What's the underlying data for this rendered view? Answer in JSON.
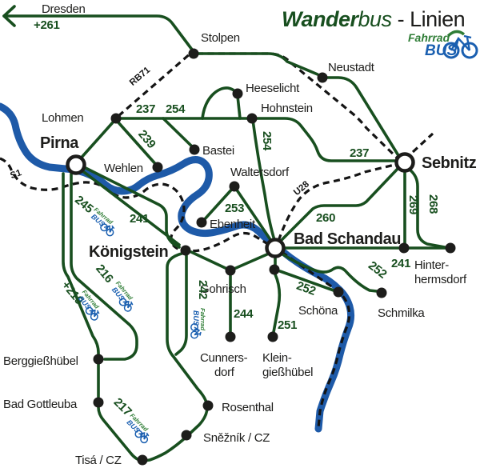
{
  "title": {
    "wander": "Wander",
    "bus": "bus",
    "suffix": "- Linien"
  },
  "logo": {
    "fahrrad": "Fahrrad",
    "bus": "BUS"
  },
  "stations": {
    "dresden": "Dresden",
    "stolpen": "Stolpen",
    "neustadt": "Neustadt",
    "lohmen": "Lohmen",
    "heeselicht": "Heeselicht",
    "hohnstein": "Hohnstein",
    "pirna": "Pirna",
    "wehlen": "Wehlen",
    "bastei": "Bastei",
    "waltersdorf": "Waltersdorf",
    "sebnitz": "Sebnitz",
    "ebenheit": "Ebenheit",
    "bad_schandau": "Bad Schandau",
    "koenigstein": "Königstein",
    "gohrisch": "Gohrisch",
    "hinterhermsdorf": {
      "line1": "Hinter-",
      "line2": "hermsdorf"
    },
    "schoena": "Schöna",
    "schmilka": "Schmilka",
    "cunnersdorf": {
      "line1": "Cunners-",
      "line2": "dorf"
    },
    "kleingiesshuebel": {
      "line1": "Klein-",
      "line2": "gießhübel"
    },
    "berggiesshuebel": "Berggießhübel",
    "bad_gottleuba": "Bad Gottleuba",
    "rosenthal": "Rosenthal",
    "sneznik": "Sněžník / CZ",
    "tisa": "Tisá / CZ"
  },
  "route_numbers": {
    "n261": "+261",
    "n237_west": "237",
    "n254_west": "254",
    "n239": "239",
    "n254_hohnstein": "254",
    "n237_sebnitz": "237",
    "n245": "245",
    "n241_pirna": "241",
    "n216": "216",
    "n219": "+219",
    "n242": "242",
    "n253": "253",
    "n260": "260",
    "n269": "269",
    "n268": "268",
    "n241_hinterhermsdorf": "241",
    "n252_schoena": "252",
    "n252_schmilka": "252",
    "n251": "251",
    "n244": "244",
    "n217": "217"
  },
  "railways": {
    "s1": "S1",
    "rb71": "RB71",
    "u28": "U28"
  },
  "colors": {
    "route_green": "#184f1f",
    "river_blue": "#1e5aa8",
    "rail_black": "#141414",
    "text_dark": "#1d1d1b",
    "logo_blue": "#1a5fb0",
    "logo_green": "#2f7d36"
  }
}
